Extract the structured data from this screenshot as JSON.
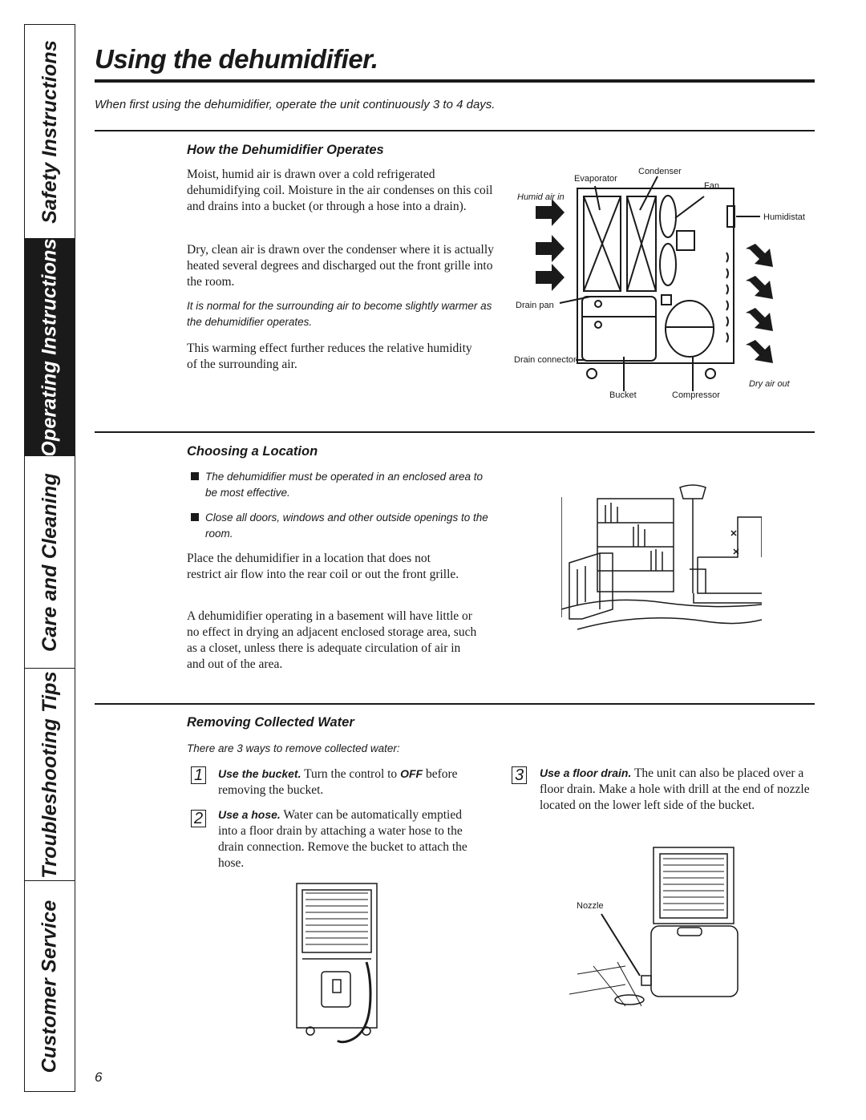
{
  "side_tabs": [
    "Safety Instructions",
    "Operating Instructions",
    "Care and Cleaning",
    "Troubleshooting Tips",
    "Customer Service"
  ],
  "active_tab": "Operating Instructions",
  "title": "Using the dehumidifier.",
  "intro": "When first using the dehumidifier, operate the unit continuously 3 to 4 days.",
  "how_operates": {
    "heading": "How the Dehumidifier Operates",
    "para1": "Moist, humid air is drawn over a cold refrigerated dehumidifying coil. Moisture in the air condenses on this coil and drains into a bucket (or through a hose into a drain).",
    "para2": "Dry, clean air is drawn over the condenser where it is actually heated several degrees and discharged out the front grille into the room.",
    "note": "It is normal for the surrounding air to become slightly warmer as the dehumidifier operates.",
    "para3": "This warming effect further reduces the relative humidity of the surrounding air.",
    "diagram_labels": {
      "evaporator": "Evaporator",
      "condenser": "Condenser",
      "fan": "Fan",
      "humid_air_in": "Humid air in",
      "humidistat": "Humidistat",
      "drain_pan": "Drain pan",
      "drain_connector": "Drain connector",
      "bucket": "Bucket",
      "compressor": "Compressor",
      "dry_air_out": "Dry air out"
    }
  },
  "location": {
    "heading": "Choosing a Location",
    "bullets": [
      "The dehumidifier must be operated in an enclosed area to be most effective.",
      "Close all doors, windows and other outside openings to the room."
    ],
    "para1": "Place the dehumidifier in a location that does not restrict air flow into the rear coil or out the front grille.",
    "para2": "A dehumidifier operating in a basement will have little or no effect in drying an adjacent enclosed storage area, such as a closet, unless there is adequate circulation of air in and out of the area."
  },
  "removing": {
    "heading": "Removing Collected Water",
    "intro": "There are 3 ways to remove collected water:",
    "steps": [
      {
        "num": "1",
        "lead": "Use the bucket.",
        "text_a": " Turn the control to ",
        "control": "OFF",
        "text_b": " before removing the bucket."
      },
      {
        "num": "2",
        "lead": "Use a hose.",
        "text": " Water can be automatically emptied into a floor drain by attaching a water hose to the drain connection. Remove the bucket to attach the hose."
      },
      {
        "num": "3",
        "lead": "Use a floor drain.",
        "text": " The unit can also be placed over a floor drain. Make a hole with drill at the end of nozzle located on the lower left side of the bucket."
      }
    ],
    "nozzle_label": "Nozzle"
  },
  "page_number": "6"
}
